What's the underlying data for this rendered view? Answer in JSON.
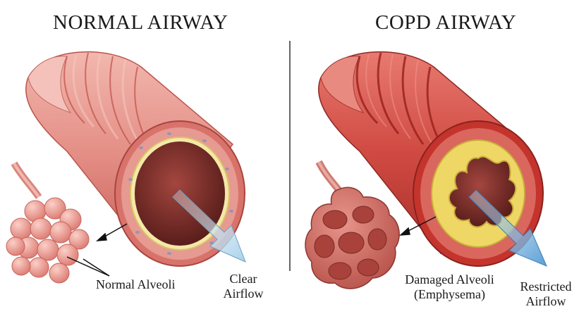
{
  "panels": [
    {
      "title": "NORMAL AIRWAY",
      "alveoli_label": "Normal Alveoli",
      "airflow_label": [
        "Clear",
        "Airflow"
      ]
    },
    {
      "title": "COPD AIRWAY",
      "alveoli_label": [
        "Damaged Alveoli",
        "(Emphysema)"
      ],
      "airflow_label": [
        "Restricted",
        "Airflow"
      ]
    }
  ],
  "colors": {
    "tissue_light": "#e9a39a",
    "tissue_dark": "#c8514a",
    "inflamed": "#c4302b",
    "lumen": "#6e2a26",
    "mucus": "#f0dc6a",
    "airflow_arrow": "#a8d2ea",
    "background": "#ffffff"
  }
}
